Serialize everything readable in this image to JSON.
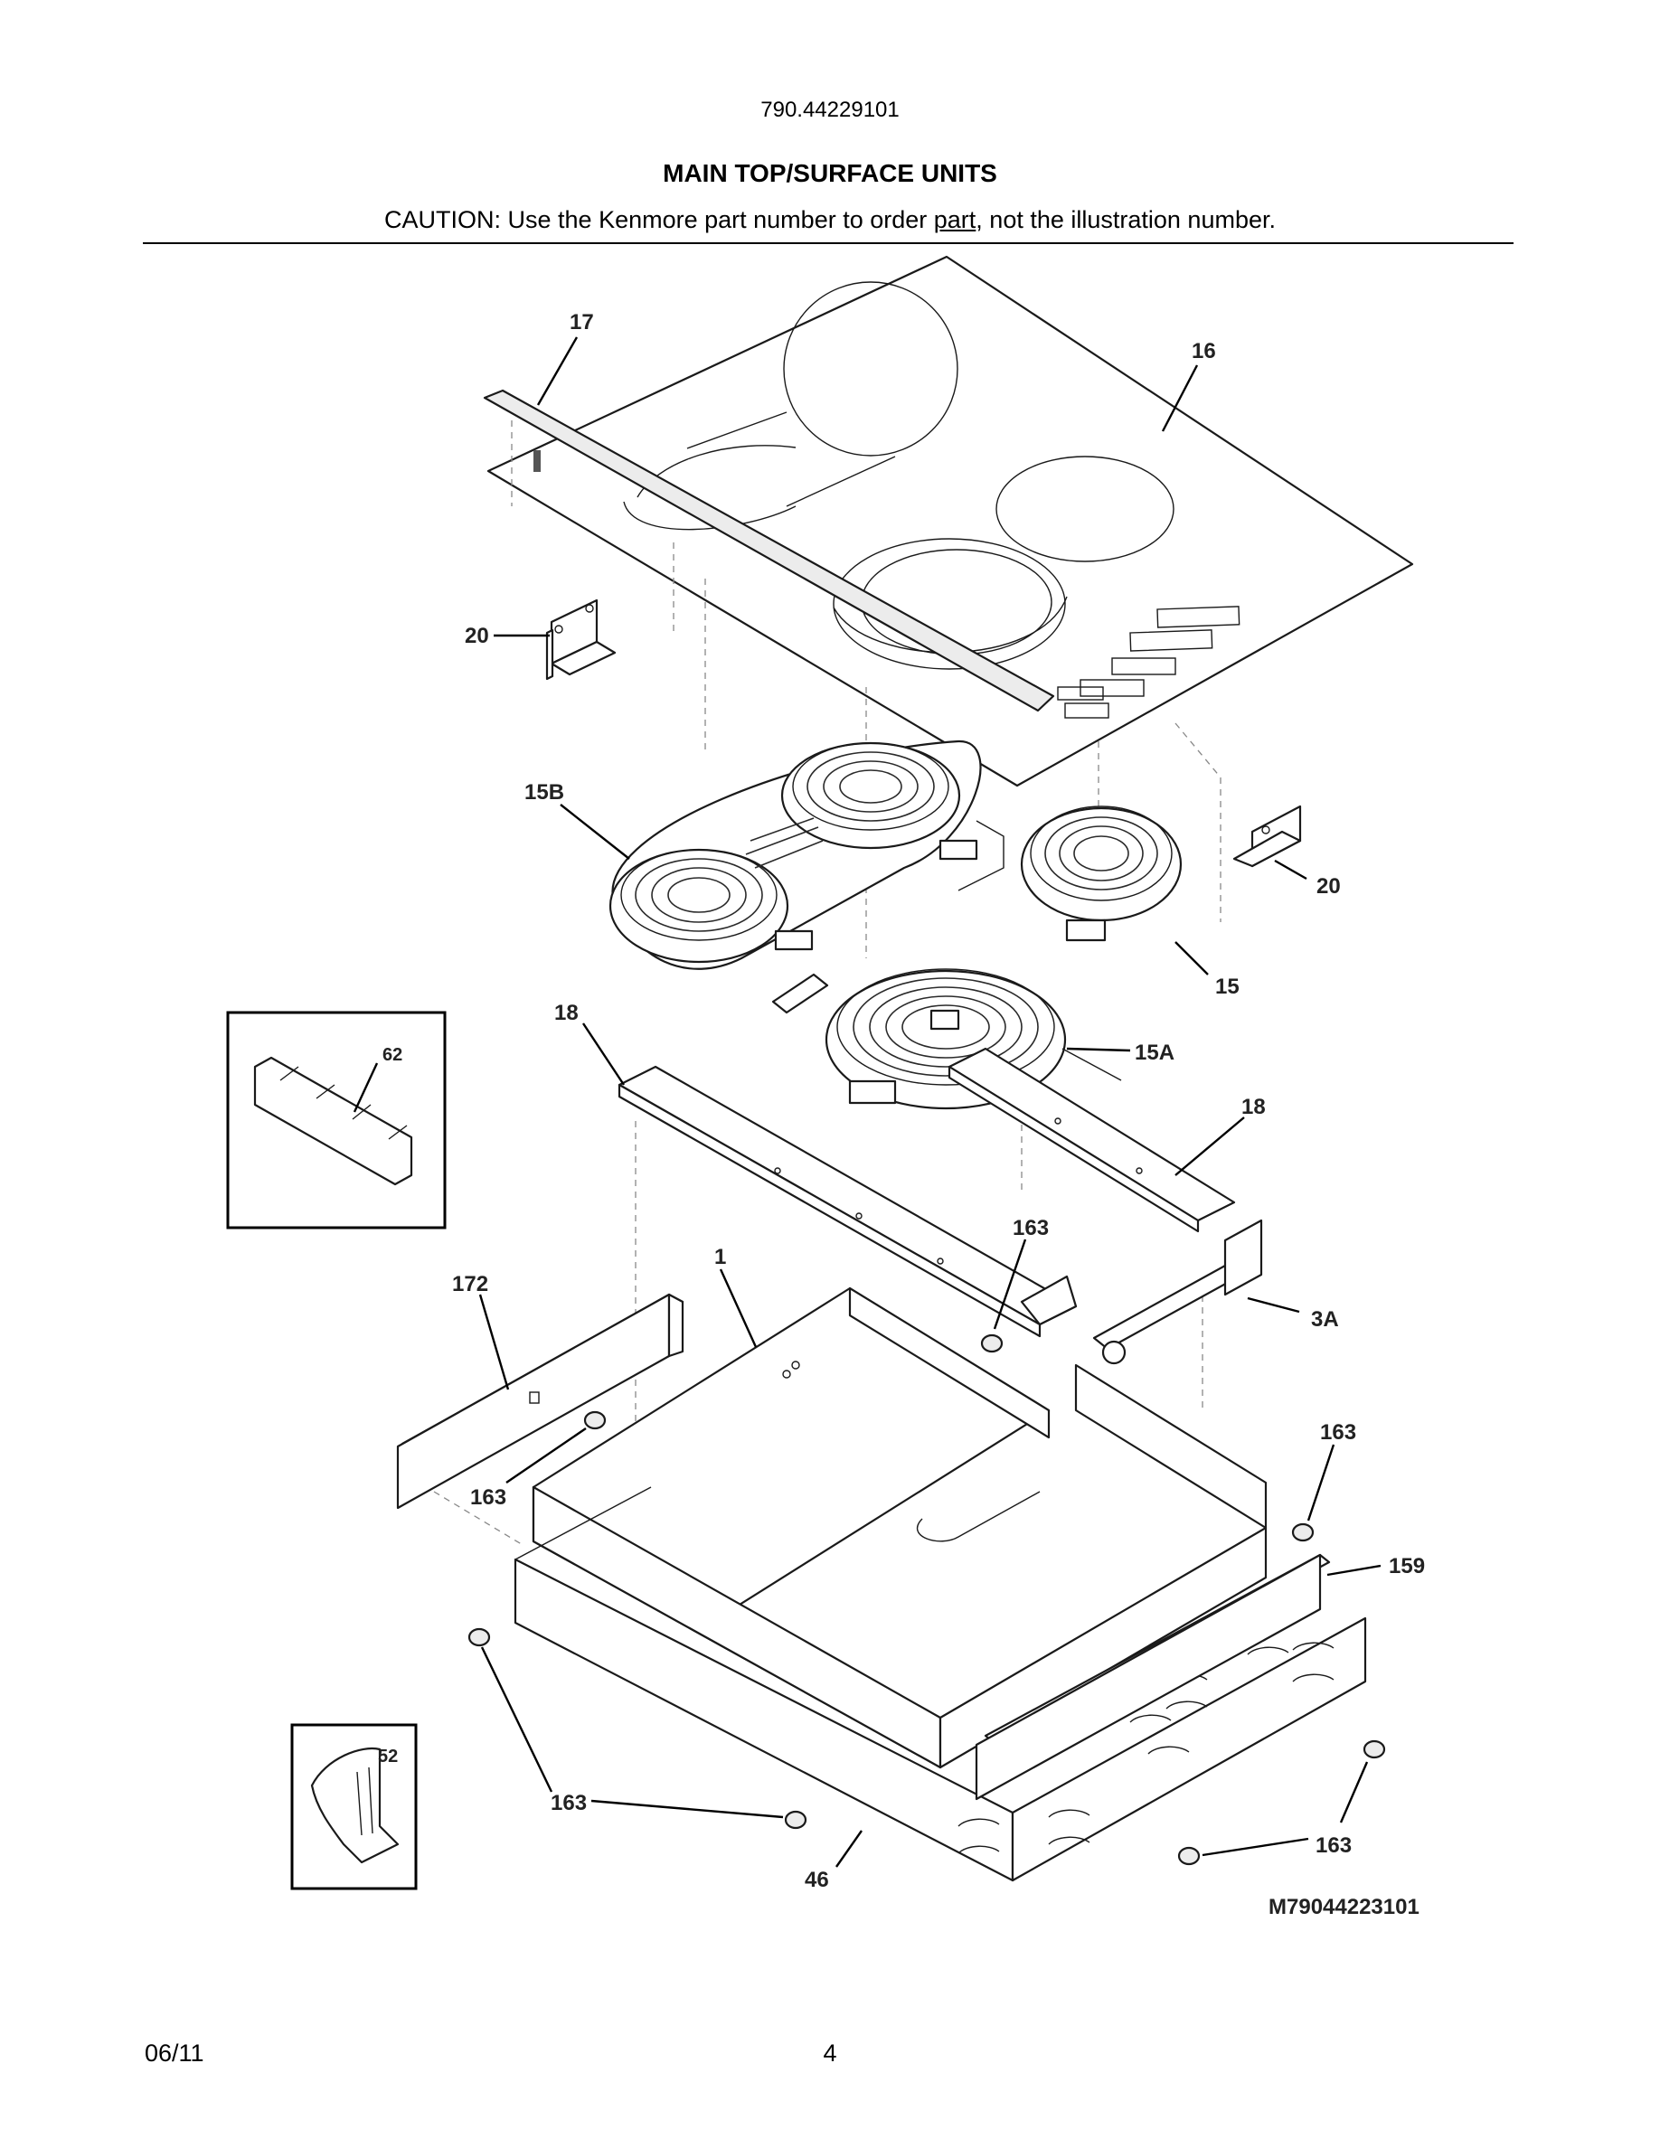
{
  "header": {
    "model_number": "790.44229101",
    "title": "MAIN TOP/SURFACE UNITS",
    "caution_before": "CAUTION: Use the Kenmore part number to order ",
    "caution_link": "part",
    "caution_after": ", not the illustration number."
  },
  "diagram": {
    "labels": {
      "p17": "17",
      "p16": "16",
      "p20_left": "20",
      "p15B": "15B",
      "p20_right": "20",
      "p15": "15",
      "p18_left": "18",
      "p62": "62",
      "p15A": "15A",
      "p18_right": "18",
      "p163_a": "163",
      "p172": "172",
      "p1": "1",
      "p3A": "3A",
      "p163_b": "163",
      "p163_c": "163",
      "p159": "159",
      "p52": "52",
      "p163_d": "163",
      "p163_e": "163",
      "p46": "46"
    },
    "drawing_id": "M79044223101"
  },
  "footer": {
    "date": "06/11",
    "page_number": "4"
  }
}
